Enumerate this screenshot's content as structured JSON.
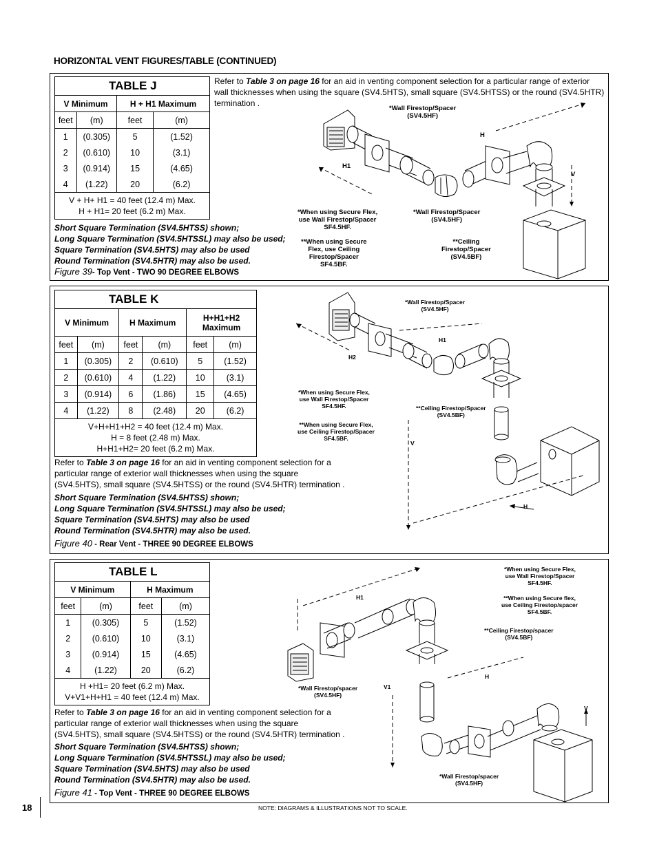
{
  "header": "HORIZONTAL VENT FIGURES/TABLE (CONTINUED)",
  "page_number": "18",
  "footer_note": "NOTE: DIAGRAMS & ILLUSTRATIONS NOT TO SCALE.",
  "panel_j": {
    "table_title": "TABLE J",
    "col1": "V Minimum",
    "col2": "H + H1 Maximum",
    "units": [
      "feet",
      "(m)",
      "feet",
      "(m)"
    ],
    "rows": [
      [
        "1",
        "(0.305)",
        "5",
        "(1.52)"
      ],
      [
        "2",
        "(0.610)",
        "10",
        "(3.1)"
      ],
      [
        "3",
        "(0.914)",
        "15",
        "(4.65)"
      ],
      [
        "4",
        "(1.22)",
        "20",
        "(6.2)"
      ]
    ],
    "foot1": "V + H+ H1 = 40 feet (12.4 m) Max.",
    "foot2": "H + H1= 20 feet (6.2 m) Max.",
    "refer_pre": "Refer to ",
    "refer_link": "Table 3 on page 16",
    "refer_post": " for an aid in venting component selection for a particular range of exterior wall thicknesses when using the square (SV4.5HTS), small square (SV4.5HTSS) or the round (SV4.5HTR) termination .",
    "notes": [
      "Short Square Termination (SV4.5HTSS) shown;",
      "Long Square Termination (SV4.5HTSSL) may also be used;",
      "Square Termination (SV4.5HTS) may also be used",
      "Round Termination (SV4.5HTR) may also be used."
    ],
    "fig_num": "Figure 39",
    "fig_desc": "- Top Vent - TWO 90 DEGREE ELBOWS",
    "labels": {
      "wall1": "*Wall Firestop/Spacer\n(SV4.5HF)",
      "h": "H",
      "h1": "H1",
      "v": "V",
      "secure_wall": "*When using Secure Flex,\nuse Wall Firestop/Spacer\nSF4.5HF.",
      "wall2": "*Wall Firestop/Spacer\n(SV4.5HF)",
      "secure_ceiling": "**When using Secure\nFlex, use Ceiling\nFirestop/Spacer\nSF4.5BF.",
      "ceiling": "**Ceiling\nFirestop/Spacer\n(SV4.5BF)"
    }
  },
  "panel_k": {
    "table_title": "TABLE K",
    "col1": "V Minimum",
    "col2": "H Maximum",
    "col3": "H+H1+H2 Maximum",
    "units": [
      "feet",
      "(m)",
      "feet",
      "(m)",
      "feet",
      "(m)"
    ],
    "rows": [
      [
        "1",
        "(0.305)",
        "2",
        "(0.610)",
        "5",
        "(1.52)"
      ],
      [
        "2",
        "(0.610)",
        "4",
        "(1.22)",
        "10",
        "(3.1)"
      ],
      [
        "3",
        "(0.914)",
        "6",
        "(1.86)",
        "15",
        "(4.65)"
      ],
      [
        "4",
        "(1.22)",
        "8",
        "(2.48)",
        "20",
        "(6.2)"
      ]
    ],
    "foot1": "V+H+H1+H2 = 40 feet (12.4 m) Max.",
    "foot2": "H = 8 feet (2.48 m) Max.",
    "foot3": "H+H1+H2= 20 feet (6.2 m) Max.",
    "refer_pre": "Refer to ",
    "refer_link": "Table 3 on page 16",
    "refer_post": " for an aid in venting component selection for a particular range of exterior wall thicknesses when using the square (SV4.5HTS), small square (SV4.5HTSS) or the round (SV4.5HTR) termination .",
    "notes": [
      "Short Square Termination (SV4.5HTSS) shown;",
      "Long Square Termination (SV4.5HTSSL) may also be used;",
      "Square Termination (SV4.5HTS) may also be used",
      "Round Termination (SV4.5HTR) may also be used."
    ],
    "fig_num": "Figure 40",
    "fig_desc": " - Rear Vent - THREE 90 DEGREE ELBOWS",
    "labels": {
      "wall": "*Wall Firestop/Spacer\n(SV4.5HF)",
      "h1": "H1",
      "h2": "H2",
      "secure_wall": "*When using Secure Flex,\nuse Wall Firestop/Spacer\nSF4.5HF.",
      "ceiling": "**Ceiling Firestop/Spacer\n(SV4.5BF)",
      "secure_ceiling": "**When using Secure Flex,\nuse Ceiling Firestop/Spacer\nSF4.5BF.",
      "v": "V",
      "h": "H"
    }
  },
  "panel_l": {
    "table_title": "TABLE L",
    "col1": "V Minimum",
    "col2": "H Maximum",
    "units": [
      "feet",
      "(m)",
      "feet",
      "(m)"
    ],
    "rows": [
      [
        "1",
        "(0.305)",
        "5",
        "(1.52)"
      ],
      [
        "2",
        "(0.610)",
        "10",
        "(3.1)"
      ],
      [
        "3",
        "(0.914)",
        "15",
        "(4.65)"
      ],
      [
        "4",
        "(1.22)",
        "20",
        "(6.2)"
      ]
    ],
    "foot1": "H +H1= 20 feet (6.2 m) Max.",
    "foot2": "V+V1+H+H1 = 40 feet (12.4 m) Max.",
    "refer_pre": "Refer to ",
    "refer_link": "Table 3 on page 16",
    "refer_post": " for an aid in venting component selection for a particular range of exterior wall thicknesses when using the square (SV4.5HTS), small square (SV4.5HTSS) or the round (SV4.5HTR) termination .",
    "notes": [
      "Short Square Termination (SV4.5HTSS) shown;",
      "Long Square Termination (SV4.5HTSSL) may also be used;",
      "Square Termination (SV4.5HTS) may also be used",
      "Round Termination (SV4.5HTR) may also be used."
    ],
    "fig_num": "Figure 41",
    "fig_desc": " - Top Vent - THREE 90 DEGREE ELBOWS",
    "labels": {
      "secure_wall": "*When using Secure Flex,\nuse Wall Firestop/Spacer\nSF4.5HF.",
      "secure_ceiling": "**When using Secure flex,\nuse Ceiling Firestop/spacer\nSF4.5BF.",
      "h1": "H1",
      "ceiling": "**Ceiling Firestop/spacer\n(SV4.5BF)",
      "h": "H",
      "wall1": "*Wall Firestop/spacer\n(SV4.5HF)",
      "v1": "V1",
      "v": "V",
      "wall2": "*Wall Firestop/spacer\n(SV4.5HF)"
    }
  }
}
